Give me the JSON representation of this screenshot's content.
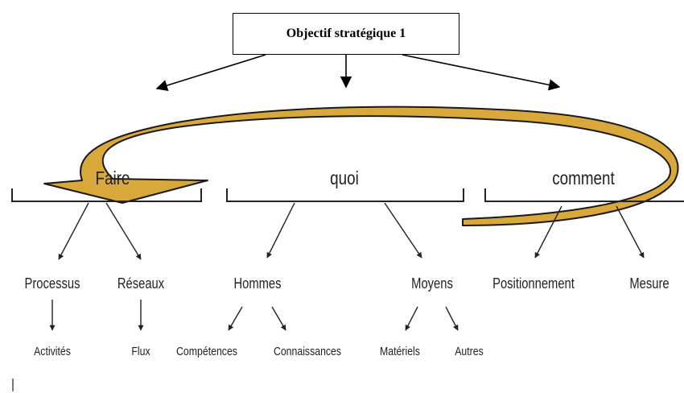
{
  "title": "Objectif stratégique 1",
  "categories": [
    {
      "label": "Faire"
    },
    {
      "label": "quoi"
    },
    {
      "label": "comment"
    }
  ],
  "level2": [
    "Processus",
    "Réseaux",
    "Hommes",
    "Moyens",
    "Positionnement",
    "Mesure"
  ],
  "level3": [
    "Activités",
    "Flux",
    "Compétences",
    "Connaissances",
    "Matériels",
    "Autres"
  ],
  "colors": {
    "arrow_fill": "#D9A83A",
    "arrow_stroke": "#1a1a1a",
    "text": "#222222"
  }
}
